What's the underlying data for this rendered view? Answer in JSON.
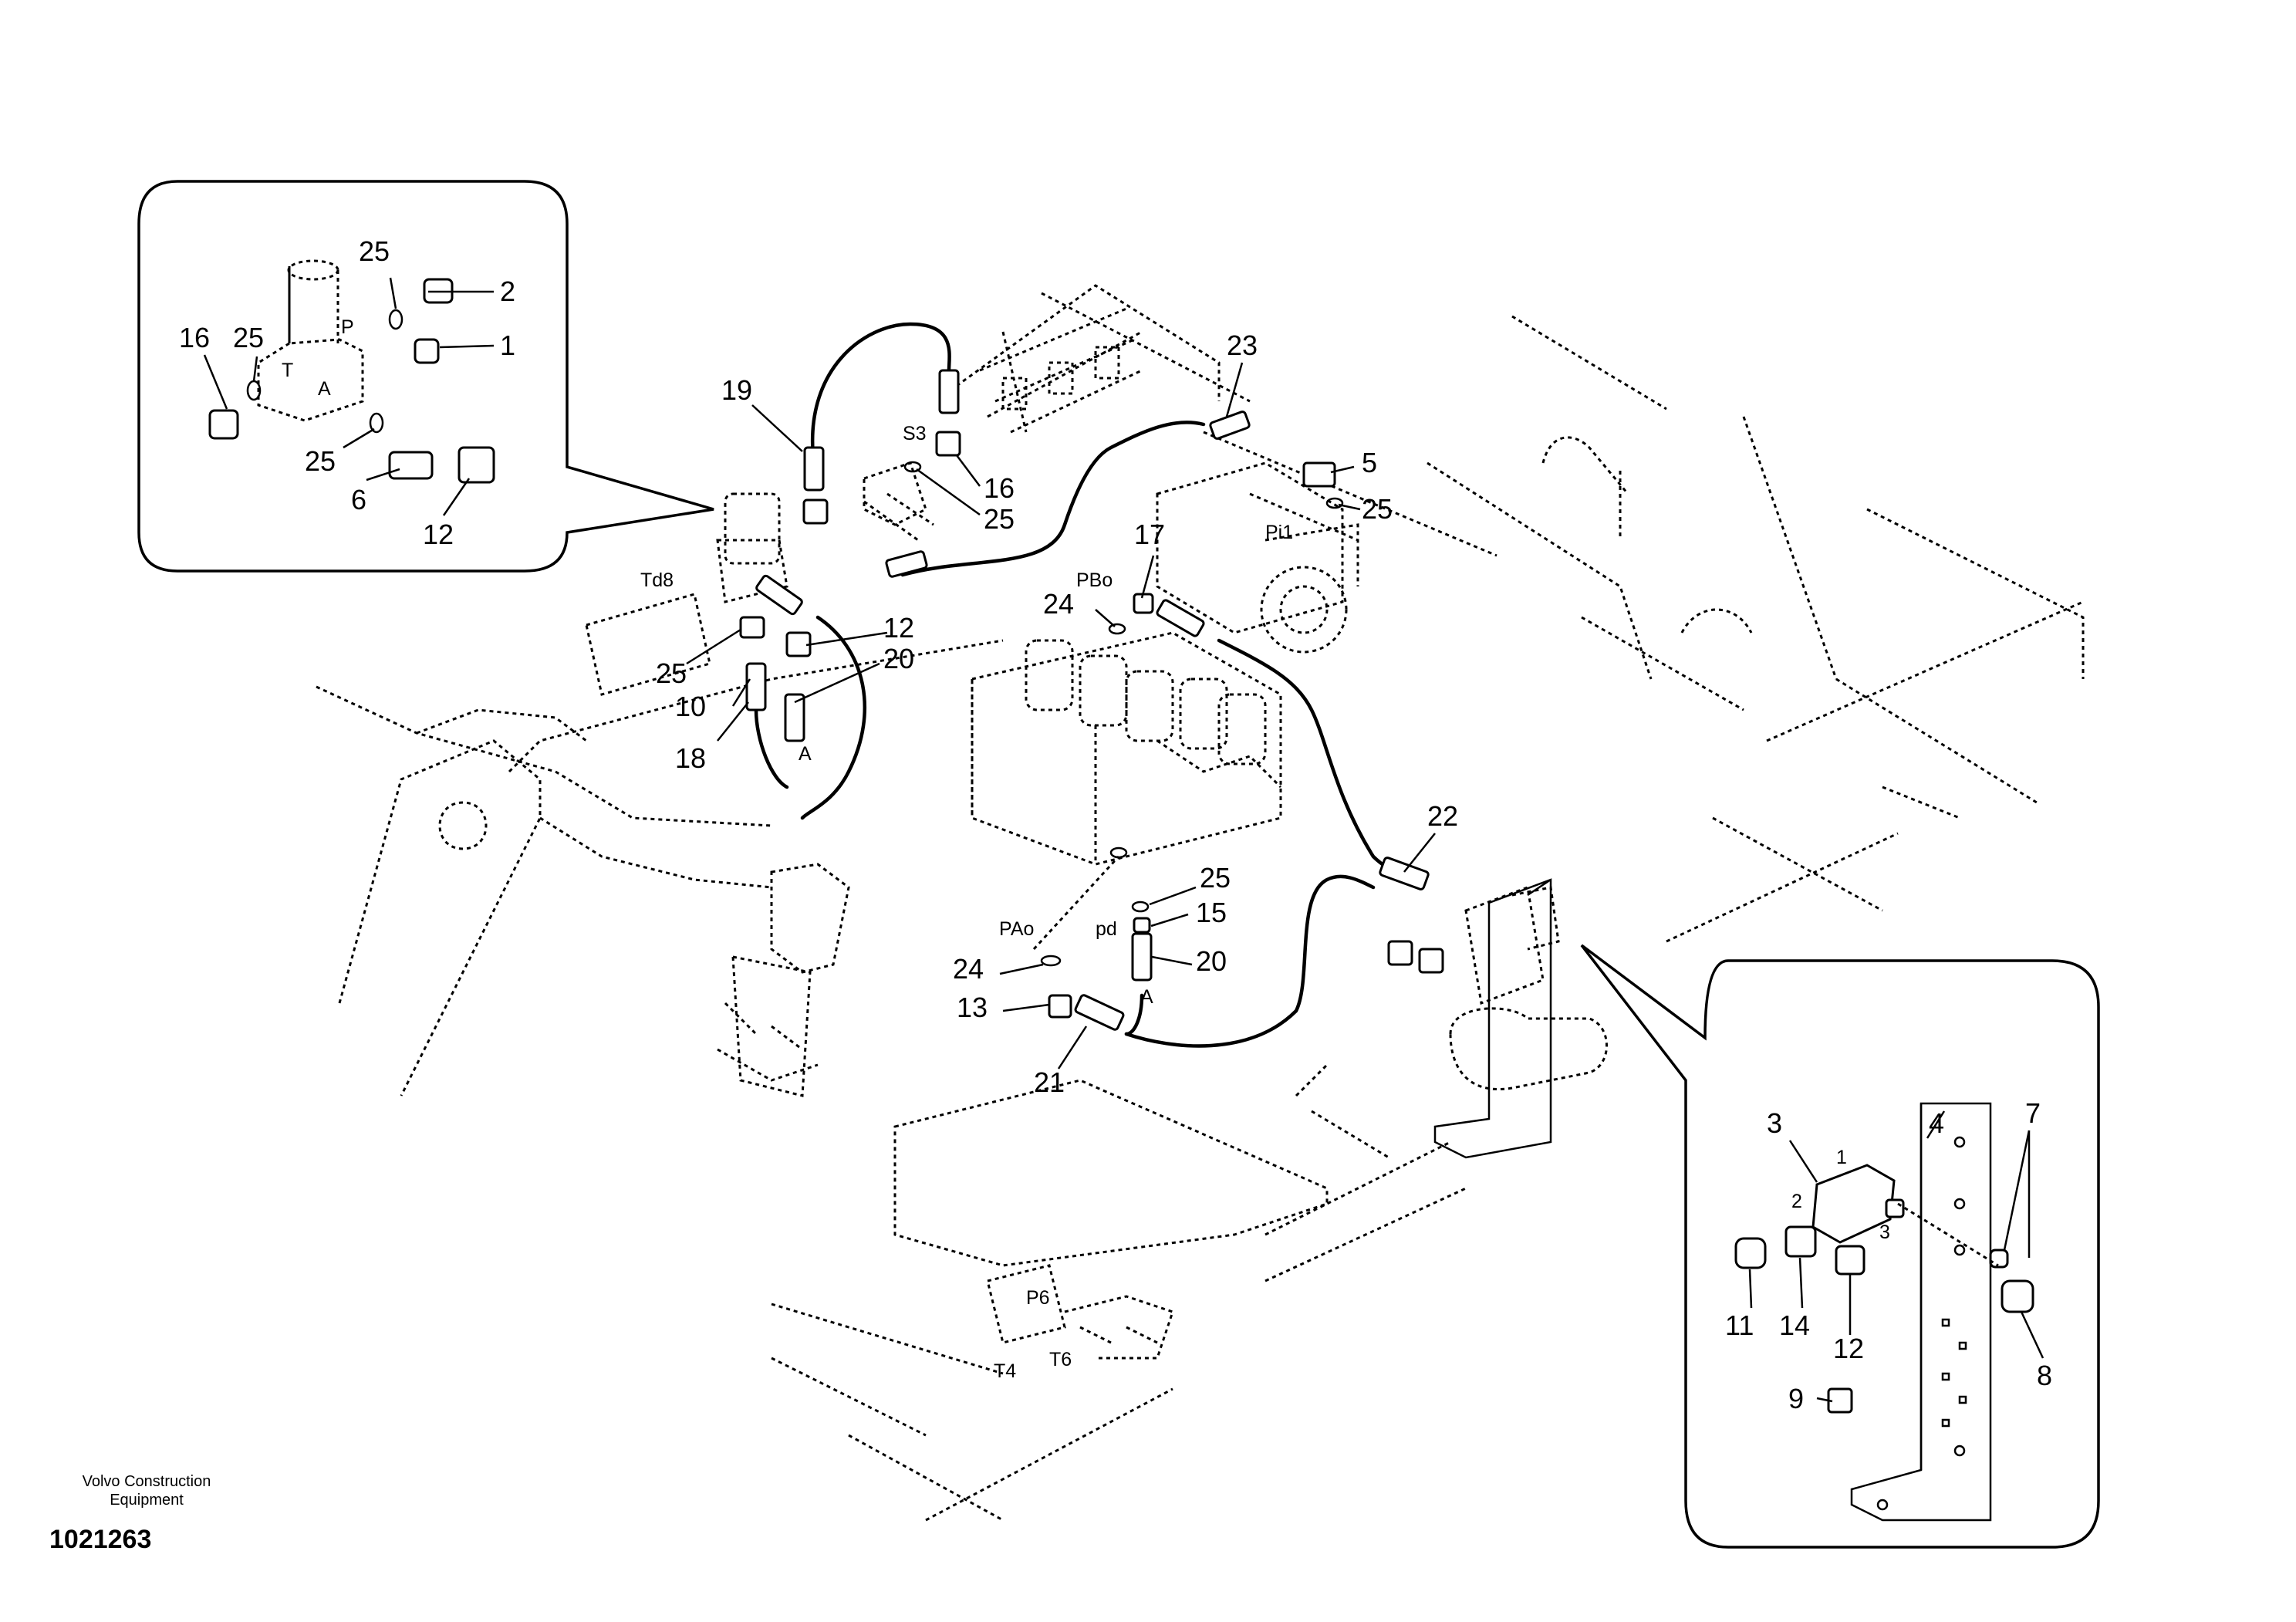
{
  "footer": {
    "company_line1": "Volvo Construction",
    "company_line2": "Equipment",
    "document_number": "1021263"
  },
  "callout_top_left": {
    "labels": [
      "25",
      "2",
      "16",
      "25",
      "1",
      "25",
      "6",
      "12"
    ],
    "port_labels": [
      "P",
      "T",
      "A"
    ]
  },
  "callout_bottom_right": {
    "labels": [
      "3",
      "4",
      "7",
      "1",
      "2",
      "3",
      "11",
      "14",
      "12",
      "8",
      "9"
    ]
  },
  "main_labels": {
    "n19": "19",
    "s3": "S3",
    "n16": "16",
    "n25a": "25",
    "n23": "23",
    "n5": "5",
    "n25b": "25",
    "pi1": "Pi1",
    "n17": "17",
    "pbo": "PBo",
    "n24a": "24",
    "td8": "Td8",
    "n12": "12",
    "n20a": "20",
    "n25c": "25",
    "n10": "10",
    "n18": "18",
    "a1": "A",
    "n22": "22",
    "n25d": "25",
    "pao": "PAo",
    "pd": "pd",
    "n15": "15",
    "n20b": "20",
    "n24b": "24",
    "n13": "13",
    "a2": "A",
    "n21": "21",
    "p6": "P6",
    "t4": "T4",
    "t6": "T6"
  }
}
